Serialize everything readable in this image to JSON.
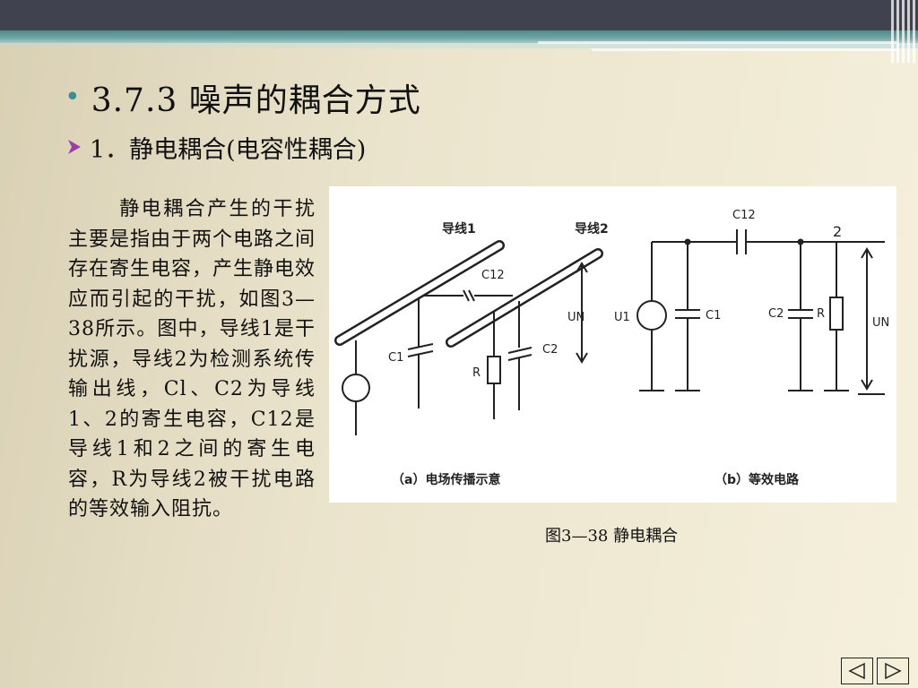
{
  "slide": {
    "bullet": "•",
    "title": "3.7.3 噪声的耦合方式",
    "subtitle": "1．静电耦合(电容性耦合)",
    "body": "静电耦合产生的干扰主要是指由于两个电路之间存在寄生电容，产生静电效应而引起的干扰，如图3—38所示。图中，导线1是干扰源，导线2为检测系统传输出线，Cl、C2为导线1、2的寄生电容，C12是导线1和2之间的寄生电容，R为导线2被干扰电路的等效输入阻抗。",
    "figure_caption": "图3—38 静电耦合"
  },
  "figure": {
    "panel_a": {
      "wire1_label": "导线1",
      "wire2_label": "导线2",
      "c12": "C12",
      "c1": "C1",
      "c2": "C2",
      "r": "R",
      "un": "UN",
      "caption": "（a）电场传播示意"
    },
    "panel_b": {
      "c12": "C12",
      "node2": "2",
      "u1": "U1",
      "c1": "C1",
      "c2": "C2",
      "r": "R",
      "un": "UN",
      "caption": "（b）等效电路"
    }
  },
  "nav": {
    "prev_icon": "triangle-left-icon",
    "next_icon": "triangle-right-icon"
  },
  "colors": {
    "top_bar": "#40424f",
    "teal_band": "#4c8b8c",
    "bullet": "#3c8f8f",
    "arrow": "#9b3fa5"
  }
}
